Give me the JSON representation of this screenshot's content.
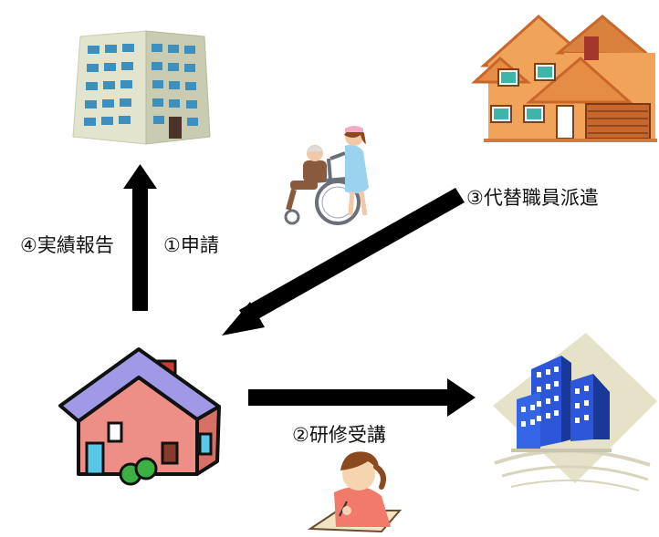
{
  "labels": {
    "apply": "①申請",
    "report": "④実績報告",
    "dispatch": "③代替職員派遣",
    "training": "②研修受講"
  },
  "icons": {
    "office": "office-building-icon",
    "caregiver_home": "caregiver-home-icon",
    "wheelchair": "wheelchair-care-icon",
    "facility": "care-facility-icon",
    "training_center": "training-center-icon",
    "student": "student-writing-icon"
  },
  "colors": {
    "arrow": "#000000",
    "house_roof": "#9f99e6",
    "house_wall": "#ed8f86",
    "home_wall": "#f2a35a",
    "city_blue": "#2b57d8"
  }
}
